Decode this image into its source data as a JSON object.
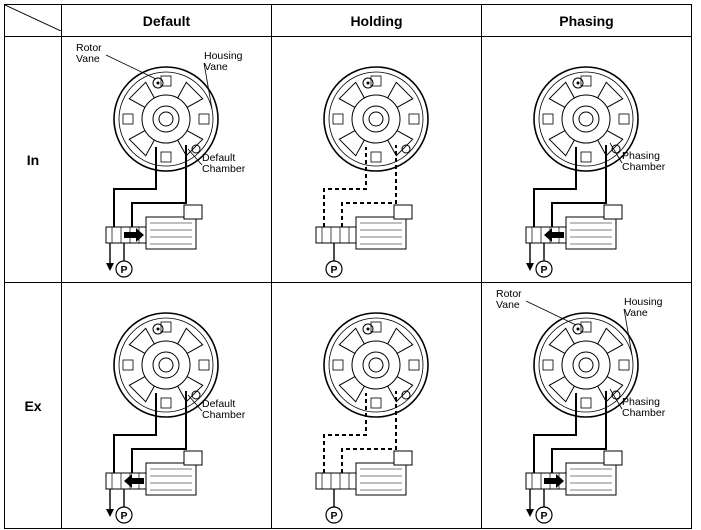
{
  "columns": [
    "Default",
    "Holding",
    "Phasing"
  ],
  "rows": [
    "In",
    "Ex"
  ],
  "labels": {
    "rotor_vane": "Rotor\nVane",
    "housing_vane": "Housing\nVane",
    "default_chamber": "Default\nChamber",
    "phasing_chamber": "Phasing\nChamber",
    "pressure": "P"
  },
  "cells": [
    {
      "row": "In",
      "col": "Default",
      "line": "solid",
      "arrow": "right",
      "labels": [
        "rotor_vane",
        "housing_vane",
        "default_chamber"
      ]
    },
    {
      "row": "In",
      "col": "Holding",
      "line": "dashed",
      "arrow": "none",
      "labels": []
    },
    {
      "row": "In",
      "col": "Phasing",
      "line": "solid",
      "arrow": "left",
      "labels": [
        "phasing_chamber"
      ]
    },
    {
      "row": "Ex",
      "col": "Default",
      "line": "solid",
      "arrow": "left",
      "labels": [
        "default_chamber"
      ]
    },
    {
      "row": "Ex",
      "col": "Holding",
      "line": "dashed",
      "arrow": "none",
      "labels": []
    },
    {
      "row": "Ex",
      "col": "Phasing",
      "line": "solid",
      "arrow": "right",
      "labels": [
        "rotor_vane",
        "housing_vane",
        "phasing_chamber"
      ]
    }
  ]
}
